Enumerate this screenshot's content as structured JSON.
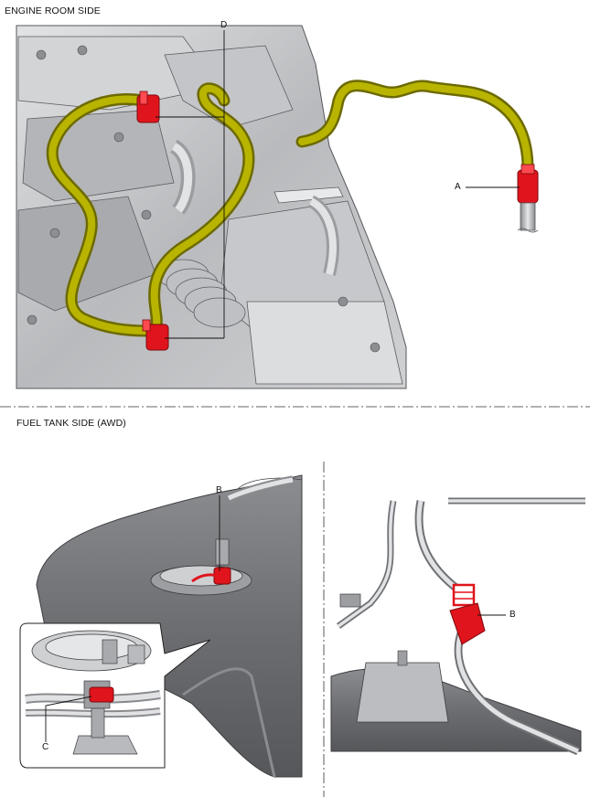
{
  "sections": {
    "engine_room": {
      "title": "ENGINE ROOM SIDE"
    },
    "fuel_tank": {
      "title": "FUEL TANK SIDE (AWD)"
    }
  },
  "callouts": {
    "a": "A",
    "b_left": "B",
    "b_right": "B",
    "c": "C",
    "d": "D"
  },
  "colors": {
    "hose": "#b8b400",
    "hose_dark": "#6d6a00",
    "connector": "#e0141c",
    "engine": "#c9cacc",
    "engine_dark": "#6f7175",
    "background_panel": "#d8d9db"
  }
}
